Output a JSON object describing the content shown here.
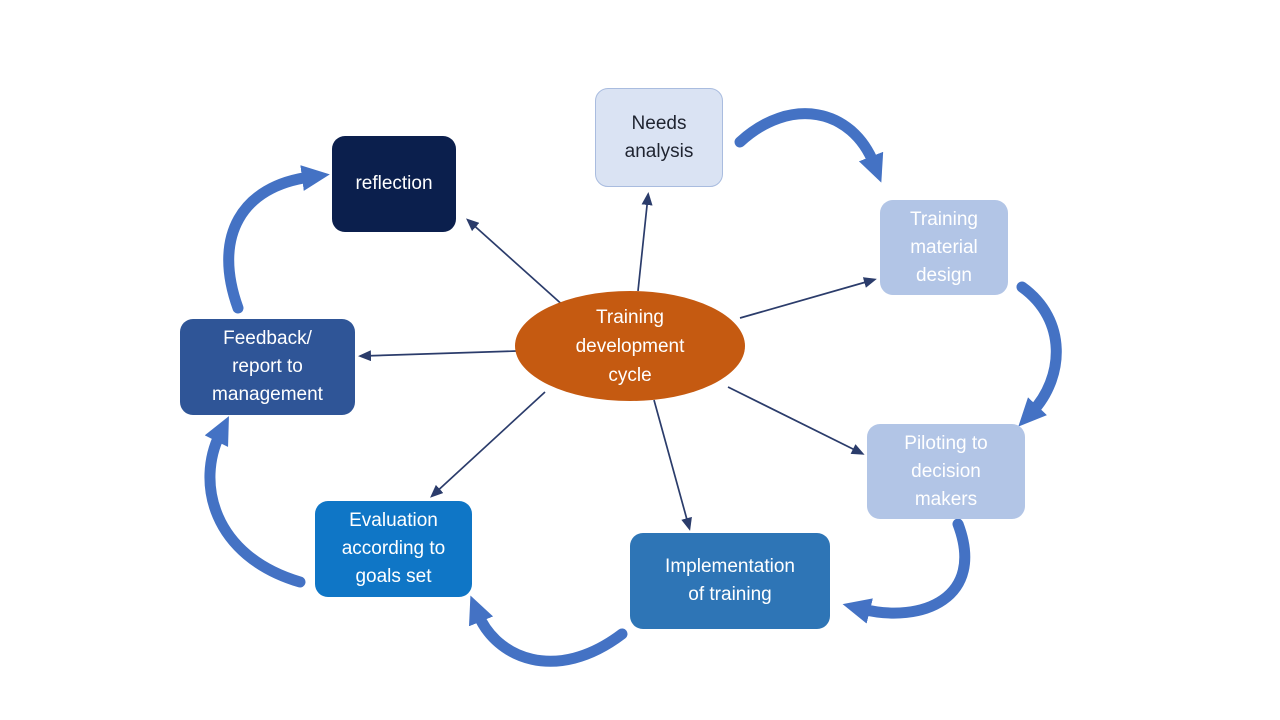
{
  "diagram": {
    "title": "Training development cycle"
  },
  "center": {
    "id": "training-development-cycle",
    "label": "Training\ndevelopment\ncycle",
    "color": "#C55A11",
    "text_color": "#FFFFFF"
  },
  "nodes": [
    {
      "id": "needs-analysis",
      "label": "Needs\nanalysis",
      "color": "#DAE3F3",
      "text_color": "#1F2430"
    },
    {
      "id": "training-material-design",
      "label": "Training\nmaterial\ndesign",
      "color": "#B2C5E6",
      "text_color": "#FFFFFF"
    },
    {
      "id": "piloting-to-decision-makers",
      "label": "Piloting to\ndecision\nmakers",
      "color": "#B2C5E6",
      "text_color": "#FFFFFF"
    },
    {
      "id": "implementation-of-training",
      "label": "Implementation\nof training",
      "color": "#2E75B6",
      "text_color": "#FFFFFF"
    },
    {
      "id": "evaluation-according-to-goals-set",
      "label": "Evaluation\naccording to\ngoals set",
      "color": "#0F76C6",
      "text_color": "#FFFFFF"
    },
    {
      "id": "feedback-report-to-management",
      "label": "Feedback/\nreport to\nmanagement",
      "color": "#2F5597",
      "text_color": "#FFFFFF"
    },
    {
      "id": "reflection",
      "label": "reflection",
      "color": "#0B1F4D",
      "text_color": "#FFFFFF"
    }
  ],
  "connections": {
    "spokes_from_center": [
      "needs-analysis",
      "training-material-design",
      "piloting-to-decision-makers",
      "implementation-of-training",
      "evaluation-according-to-goals-set",
      "feedback-report-to-management",
      "reflection"
    ],
    "cycle_arrows": [
      [
        "needs-analysis",
        "training-material-design"
      ],
      [
        "training-material-design",
        "piloting-to-decision-makers"
      ],
      [
        "piloting-to-decision-makers",
        "implementation-of-training"
      ],
      [
        "implementation-of-training",
        "evaluation-according-to-goals-set"
      ],
      [
        "evaluation-according-to-goals-set",
        "feedback-report-to-management"
      ],
      [
        "feedback-report-to-management",
        "reflection"
      ]
    ]
  },
  "colors": {
    "curved_arrow": "#4472C4",
    "straight_arrow": "#2B3C6B",
    "background": "#FFFFFF"
  }
}
